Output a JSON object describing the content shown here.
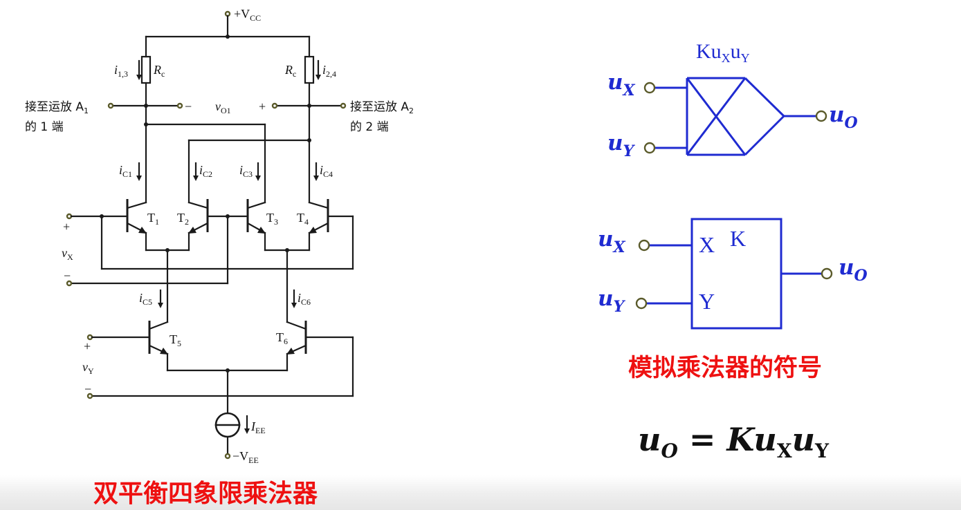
{
  "circuit": {
    "vcc": "+V",
    "vcc_sub": "CC",
    "vee": "−V",
    "vee_sub": "EE",
    "rc_left": "R",
    "rc_left_sub": "c",
    "rc_right": "R",
    "rc_right_sub": "c",
    "i13": "i",
    "i13_sub": "1,3",
    "i24": "i",
    "i24_sub": "2,4",
    "left_conn_line1": "接至运放 A",
    "left_conn_line1_sub": "1",
    "left_conn_line2": "的 1 端",
    "right_conn_line1": "接至运放 A",
    "right_conn_line1_sub": "2",
    "right_conn_line2": "的 2 端",
    "vo1_minus": "−",
    "vo1": "v",
    "vo1_sub": "O1",
    "vo1_plus": "+",
    "ic1": "i",
    "ic1_sub": "C1",
    "ic2": "i",
    "ic2_sub": "C2",
    "ic3": "i",
    "ic3_sub": "C3",
    "ic4": "i",
    "ic4_sub": "C4",
    "ic5": "i",
    "ic5_sub": "C5",
    "ic6": "i",
    "ic6_sub": "C6",
    "t1": "T",
    "t1_sub": "1",
    "t2": "T",
    "t2_sub": "2",
    "t3": "T",
    "t3_sub": "3",
    "t4": "T",
    "t4_sub": "4",
    "t5": "T",
    "t5_sub": "5",
    "t6": "T",
    "t6_sub": "6",
    "vx_plus": "+",
    "vx": "v",
    "vx_sub": "X",
    "vx_minus": "−",
    "vy_plus": "+",
    "vy": "v",
    "vy_sub": "Y",
    "vy_minus": "−",
    "iee": "I",
    "iee_sub": "EE",
    "title": "双平衡四象限乘法器"
  },
  "symbol1": {
    "top_label": "Ku",
    "top_label_sub1": "X",
    "top_label_mid": "u",
    "top_label_sub2": "Y",
    "in_x": "u",
    "in_x_sub": "X",
    "in_y": "u",
    "in_y_sub": "Y",
    "out": "u",
    "out_sub": "O"
  },
  "symbol2": {
    "x_label": "X",
    "k_label": "K",
    "y_label": "Y",
    "in_x": "u",
    "in_x_sub": "X",
    "in_y": "u",
    "in_y_sub": "Y",
    "out": "u",
    "out_sub": "O"
  },
  "symbol_caption": "模拟乘法器的符号",
  "formula": {
    "lhs": "u",
    "lhs_sub": "O",
    "eq": " = Ku",
    "sub1": "X",
    "mid": "u",
    "sub2": "Y"
  },
  "colors": {
    "accent_blue": "#1f2bd1",
    "title_red": "#ee1111",
    "ink": "#1a1a1a"
  }
}
